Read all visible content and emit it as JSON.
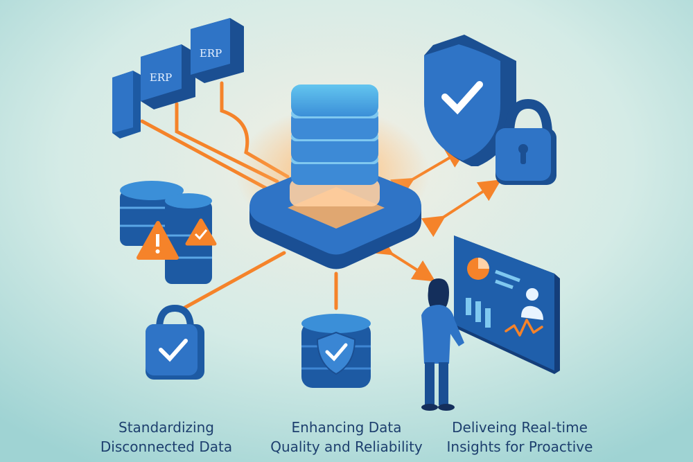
{
  "nodes": {
    "erp_left_label": "ERP",
    "erp_right_label": "ERP"
  },
  "captions": {
    "left": {
      "line1": "Standardizing",
      "line2": "Disconnected Data"
    },
    "middle": {
      "line1": "Enhancing Data",
      "line2": "Quality and Reliability"
    },
    "right": {
      "line1": "Deliveing Real-time",
      "line2": "Insights for Proactive"
    }
  },
  "colors": {
    "accent_orange": "#f5832a",
    "primary_blue": "#2f74c6",
    "dark_blue": "#1c4f94",
    "light_blue": "#53b4e8",
    "background": "#cfe8e6"
  },
  "icons": [
    "erp-server-icon",
    "database-stack-icon",
    "warning-icon",
    "check-badge-icon",
    "shield-check-icon",
    "padlock-icon",
    "dashboard-screen-icon",
    "person-icon"
  ]
}
